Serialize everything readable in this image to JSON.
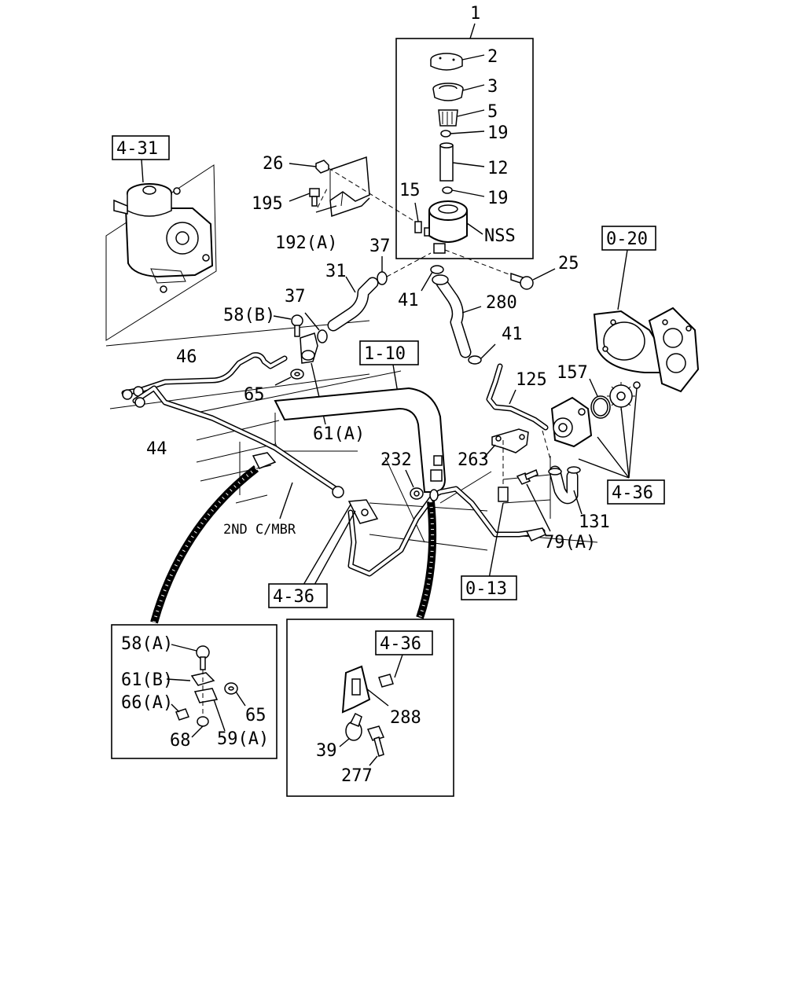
{
  "callouts": {
    "c1": "1",
    "c2": "2",
    "c3": "3",
    "c5": "5",
    "c19a": "19",
    "c12": "12",
    "c19b": "19",
    "c15": "15",
    "cNSS": "NSS",
    "c26": "26",
    "c195": "195",
    "c192a": "192(A)",
    "c37a": "37",
    "c31": "31",
    "c41a": "41",
    "c280": "280",
    "c25": "25",
    "c37b": "37",
    "c58b": "58(B)",
    "c46": "46",
    "c65a": "65",
    "c61a": "61(A)",
    "c44": "44",
    "c41b": "41",
    "c125": "125",
    "c157": "157",
    "c263": "263",
    "c232": "232",
    "c131": "131",
    "c79a": "79(A)",
    "c58a": "58(A)",
    "c61b": "61(B)",
    "c66a": "66(A)",
    "c65b": "65",
    "c68": "68",
    "c59a": "59(A)",
    "c288": "288",
    "c39": "39",
    "c277": "277"
  },
  "refs": {
    "r431": "4-31",
    "r110": "1-10",
    "r020": "0-20",
    "r436a": "4-36",
    "r436b": "4-36",
    "r436c": "4-36",
    "r013": "0-13"
  },
  "notes": {
    "member": "2ND C/MBR"
  }
}
